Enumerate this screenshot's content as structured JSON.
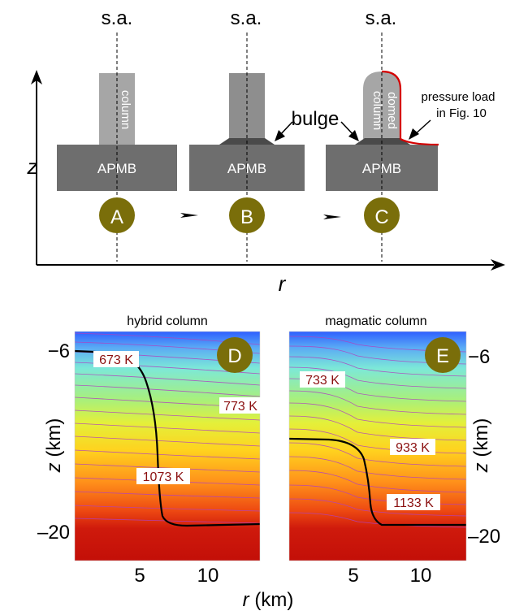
{
  "schematic": {
    "axis_label_z": "z",
    "axis_label_r": "r",
    "sa_label": "s.a.",
    "apmb_label": "APMB",
    "column_label": "column",
    "domed_column_label_1": "domed",
    "domed_column_label_2": "column",
    "bulge_label": "bulge",
    "pressure_note_1": "pressure load",
    "pressure_note_2": "in Fig. 10",
    "stage_labels": [
      "A",
      "B",
      "C"
    ]
  },
  "panels": {
    "left_title": "hybrid column",
    "right_title": "magmatic column",
    "left_badge": "D",
    "right_badge": "E",
    "ylabel": "z (km)",
    "xlabel_var": "r",
    "xlabel_unit": "(km)",
    "y_tick_top": "−6",
    "y_tick_bottom": "–20",
    "y_tick_top_right": "−6",
    "y_tick_bottom_right": "–20",
    "x_ticks": [
      "5",
      "10"
    ],
    "left_labels": [
      "673 K",
      "773 K",
      "1073 K"
    ],
    "right_labels": [
      "733 K",
      "933 K",
      "1133 K"
    ]
  },
  "colors": {
    "gray_dark": "#6e6e6e",
    "gray_mid": "#8e8e8e",
    "gray_light": "#a6a6a6",
    "olive": "#7a6e0a",
    "pressure_red": "#d40000",
    "label_red": "#8b1010"
  }
}
